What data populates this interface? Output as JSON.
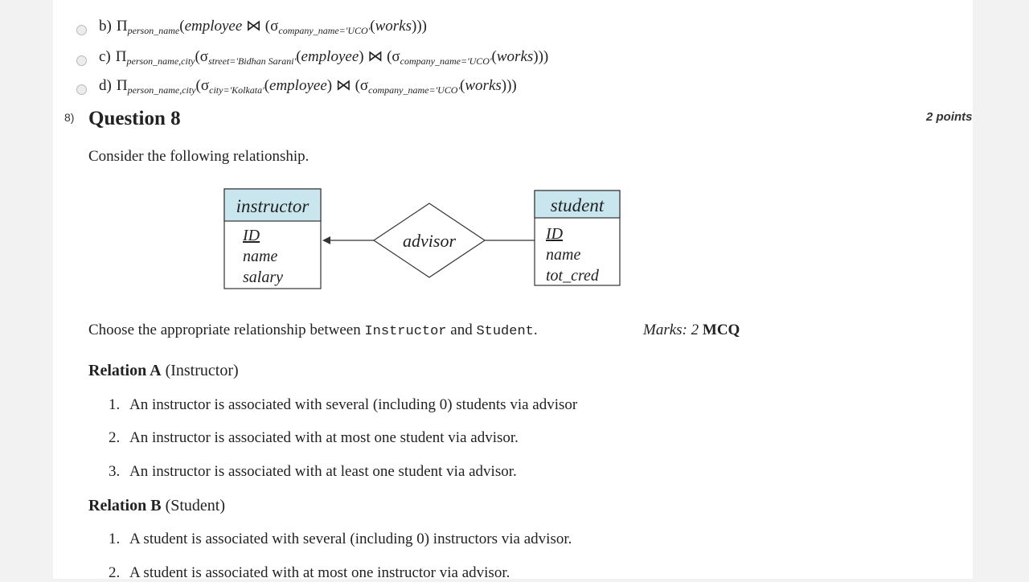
{
  "options": [
    {
      "letter": "b)",
      "proj": "person_name",
      "sel1_sub": "",
      "sel1_arg": "employee",
      "sel2_sub": "company_name='UCO'",
      "sel2_arg": "works",
      "has_sel1": false
    },
    {
      "letter": "c)",
      "proj": "person_name,city",
      "sel1_sub": "street='Bidhan Sarani'",
      "sel1_arg": "employee",
      "sel2_sub": "company_name='UCO'",
      "sel2_arg": "works",
      "has_sel1": true
    },
    {
      "letter": "d)",
      "proj": "person_name,city",
      "sel1_sub": "city='Kolkata'",
      "sel1_arg": "employee",
      "sel2_sub": "company_name='UCO'",
      "sel2_arg": "works",
      "has_sel1": true
    }
  ],
  "question": {
    "number": "8)",
    "title": "Question 8",
    "points": "2 points",
    "prompt": "Consider the following relationship.",
    "choose_pre": "Choose the appropriate relationship between ",
    "choose_a": "Instructor",
    "choose_mid": " and ",
    "choose_b": "Student",
    "choose_end": ".",
    "marks_label": "Marks:",
    "marks_value": "2",
    "marks_type": "MCQ"
  },
  "diagram": {
    "entity1": {
      "name": "instructor",
      "attrs": [
        "ID",
        "name",
        "salary"
      ]
    },
    "relationship": "advisor",
    "entity2": {
      "name": "student",
      "attrs": [
        "ID",
        "name",
        "tot_cred"
      ]
    },
    "header_color": "#c9e6ef"
  },
  "relation_a": {
    "title": "Relation A",
    "subtitle": "(Instructor)",
    "items": [
      {
        "num": "1.",
        "text": "An instructor is associated with several (including 0) students via advisor"
      },
      {
        "num": "2.",
        "text": "An instructor is associated with at most one student via advisor."
      },
      {
        "num": "3.",
        "text": "An instructor is associated with at least one student via advisor."
      }
    ]
  },
  "relation_b": {
    "title": "Relation B",
    "subtitle": "(Student)",
    "items": [
      {
        "num": "1.",
        "text": "A student is associated with several (including 0) instructors via advisor."
      },
      {
        "num": "2.",
        "text": "A student is associated with at most one instructor via advisor."
      }
    ]
  }
}
